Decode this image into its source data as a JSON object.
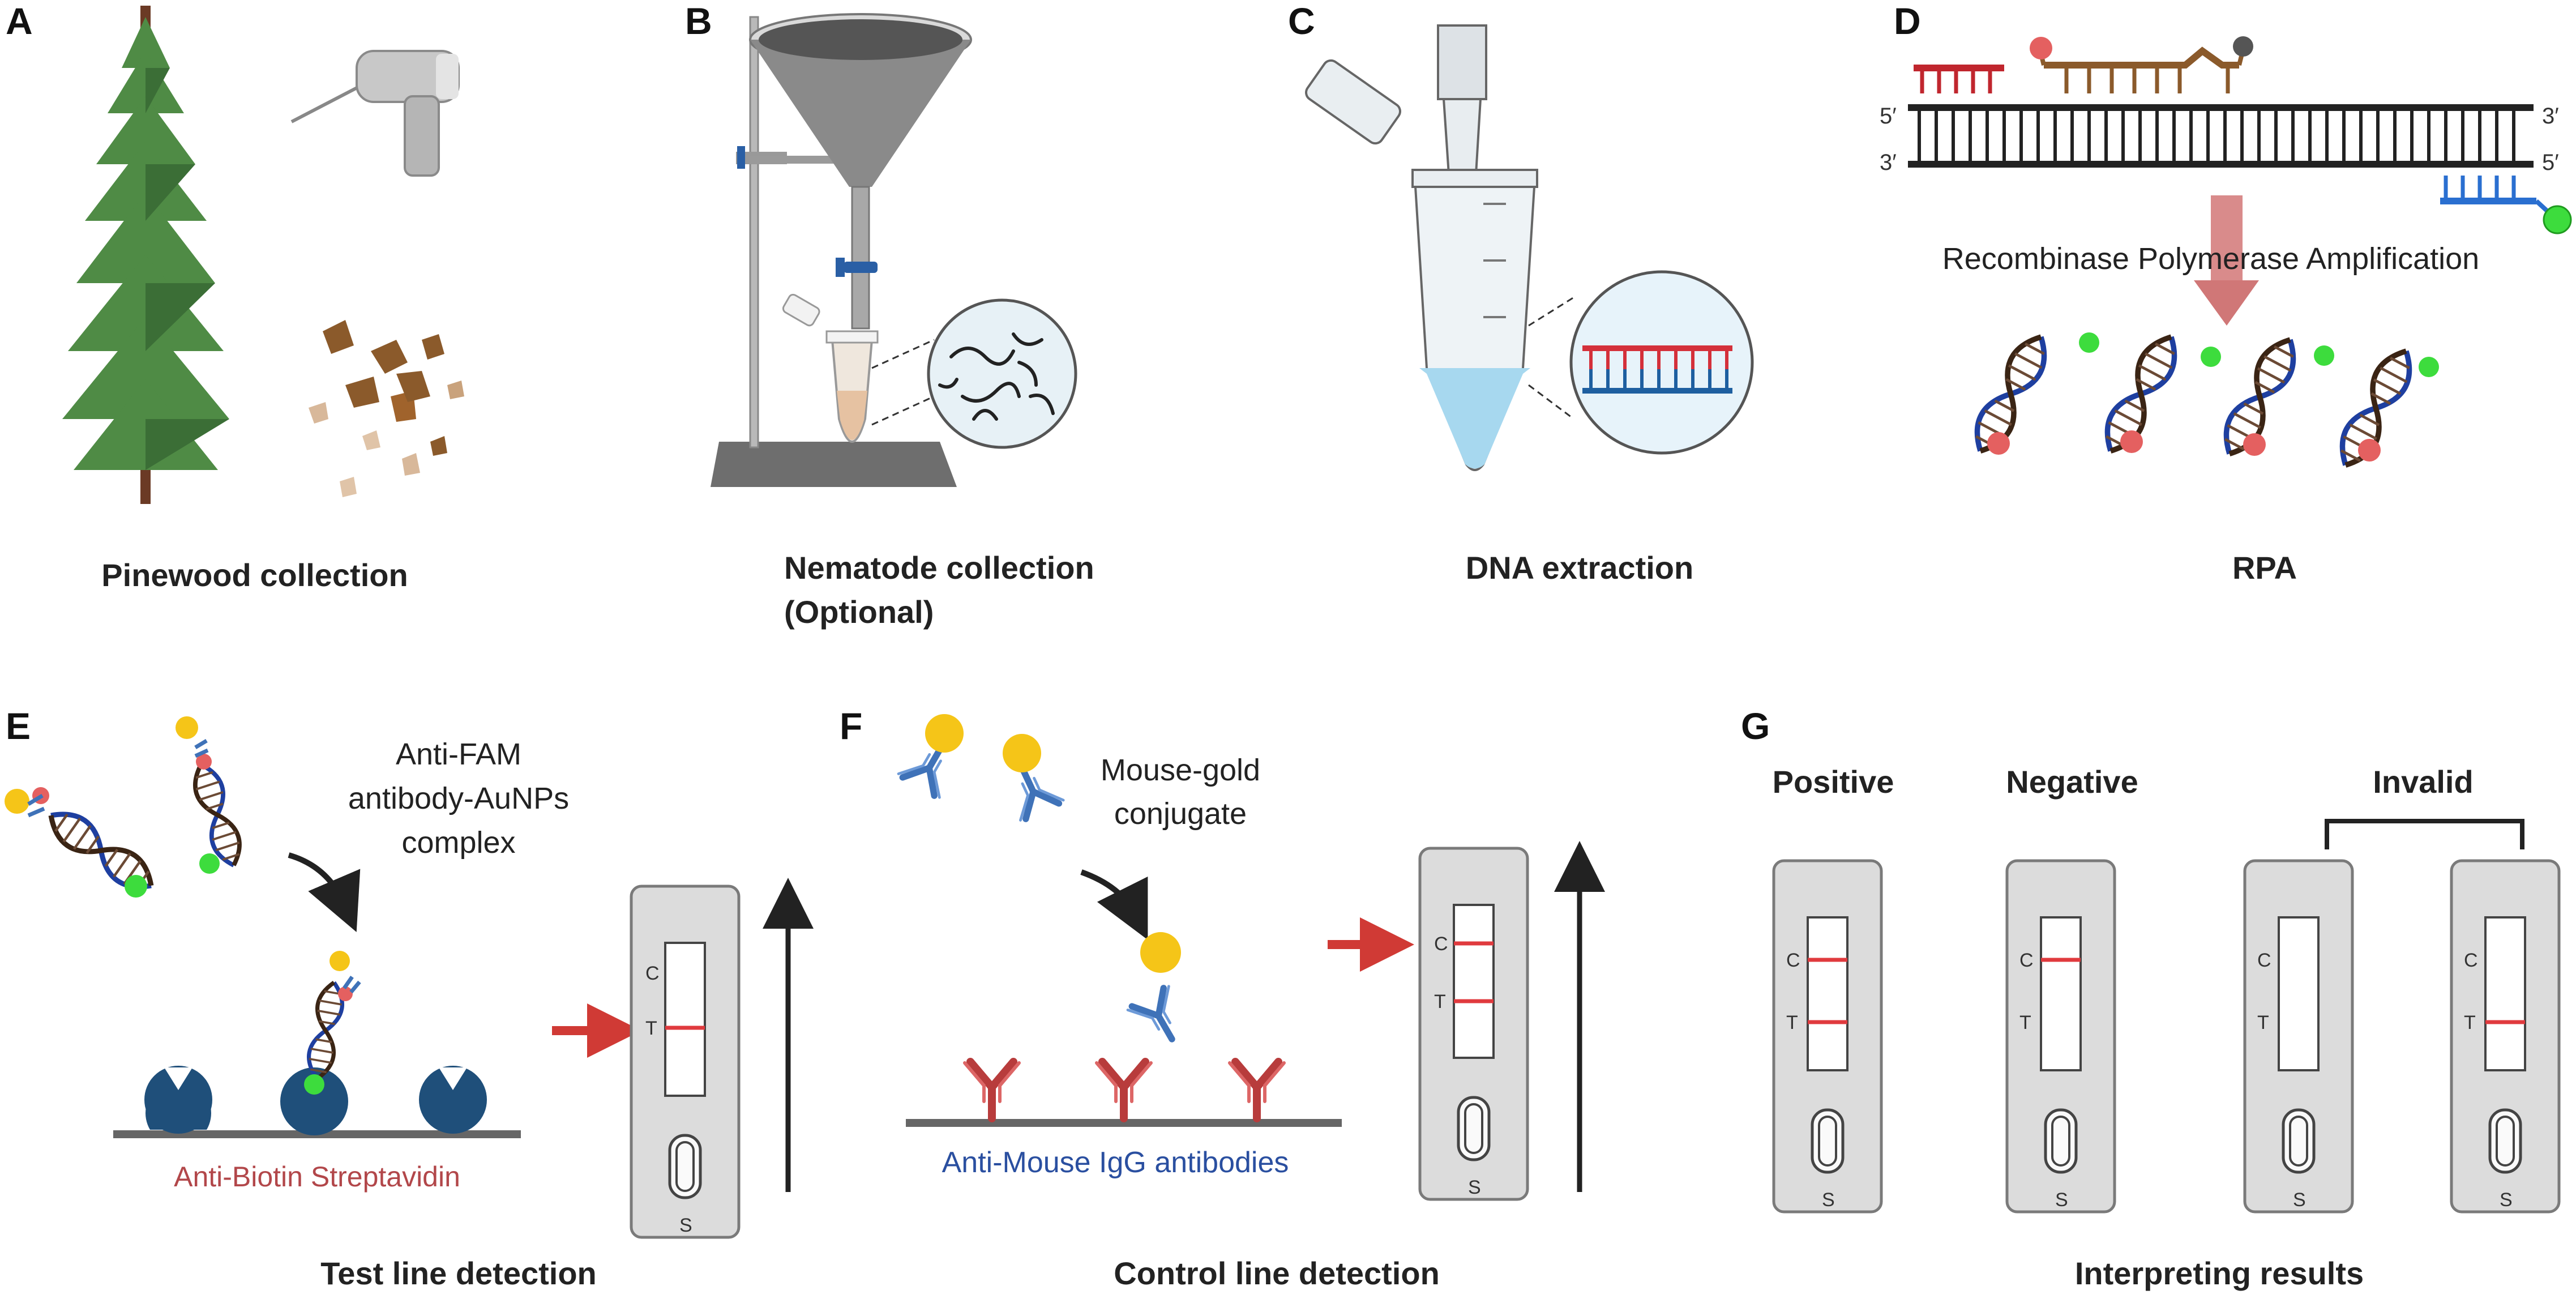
{
  "panels": {
    "a": {
      "label": "A",
      "caption": "Pinewood collection"
    },
    "b": {
      "label": "B",
      "caption_line1": "Nematode collection",
      "caption_line2": "(Optional)"
    },
    "c": {
      "label": "C",
      "caption": "DNA extraction"
    },
    "d": {
      "label": "D",
      "caption": "RPA",
      "process_label": "Recombinase Polymerase Amplification",
      "strand_top_left": "5′",
      "strand_top_right": "3′",
      "strand_bottom_left": "3′",
      "strand_bottom_right": "5′"
    },
    "e": {
      "label": "E",
      "caption": "Test line detection",
      "complex_line1": "Anti-FAM",
      "complex_line2": "antibody-AuNPs",
      "complex_line3": "complex",
      "surface_label": "Anti-Biotin Streptavidin"
    },
    "f": {
      "label": "F",
      "caption": "Control line detection",
      "conjugate_line1": "Mouse-gold",
      "conjugate_line2": "conjugate",
      "surface_label": "Anti-Mouse IgG antibodies"
    },
    "g": {
      "label": "G",
      "caption": "Interpreting results",
      "positive": "Positive",
      "negative": "Negative",
      "invalid": "Invalid"
    }
  },
  "strip": {
    "control": "C",
    "test": "T",
    "sample": "S"
  },
  "colors": {
    "test_line": "#e03a3e",
    "arrow": "#d03a35",
    "dna_blue": "#1e3fa0",
    "gold": "#f5c518",
    "fam": "#3ddc3d",
    "biotin": "#e46060",
    "streptavidin": "#1f4f7a",
    "antibody_red": "#b83c3c",
    "antibody_blue": "#3f72b8",
    "tree": "#4f8b45"
  },
  "icons": [
    "pine-tree-icon",
    "drill-icon",
    "wood-chips-icon",
    "funnel-stand-icon",
    "nematode-icon",
    "microtube-icon",
    "pipette-icon",
    "dna-helix-icon",
    "antibody-icon",
    "gold-nanoparticle-icon",
    "streptavidin-icon",
    "test-strip-icon"
  ]
}
